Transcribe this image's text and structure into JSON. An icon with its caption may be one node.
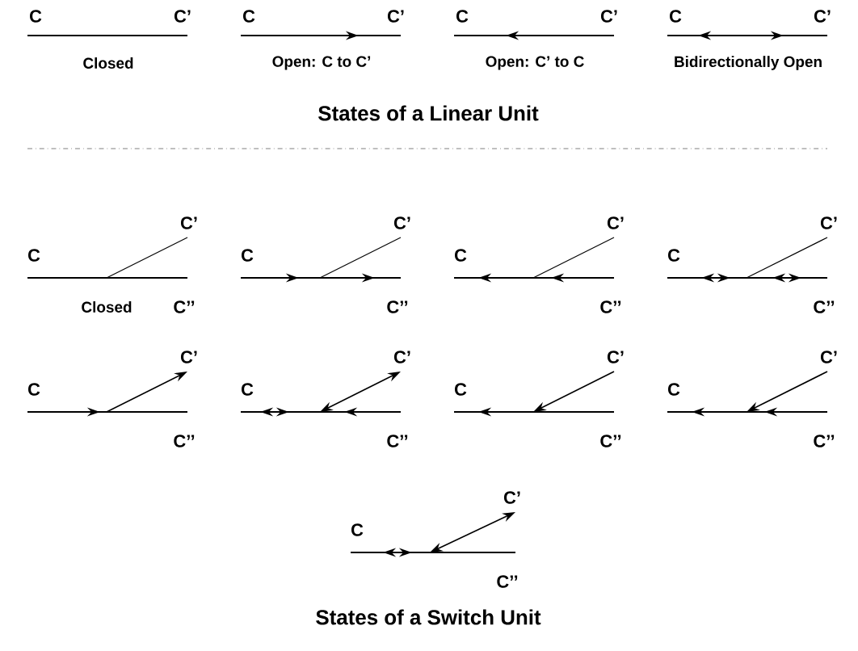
{
  "diagram": {
    "labels": [
      "C",
      "C’",
      "C",
      "C’",
      "C",
      "C’",
      "C",
      "C’",
      "Closed",
      "Open: C to C’",
      "Open: C’ to C",
      "Bidirectionally Open",
      "States of a Linear Unit",
      "C",
      "C’",
      "Closed",
      "C’’",
      "C",
      "C’",
      "C’’",
      "C",
      "C’",
      "C’’",
      "C",
      "C’",
      "C’’",
      "C",
      "C’",
      "C’’",
      "C",
      "C’",
      "C’’",
      "C",
      "C’",
      "C’’",
      "C",
      "C’",
      "C’’",
      "C",
      "C’",
      "C’’",
      "States of a Switch Unit"
    ]
  }
}
